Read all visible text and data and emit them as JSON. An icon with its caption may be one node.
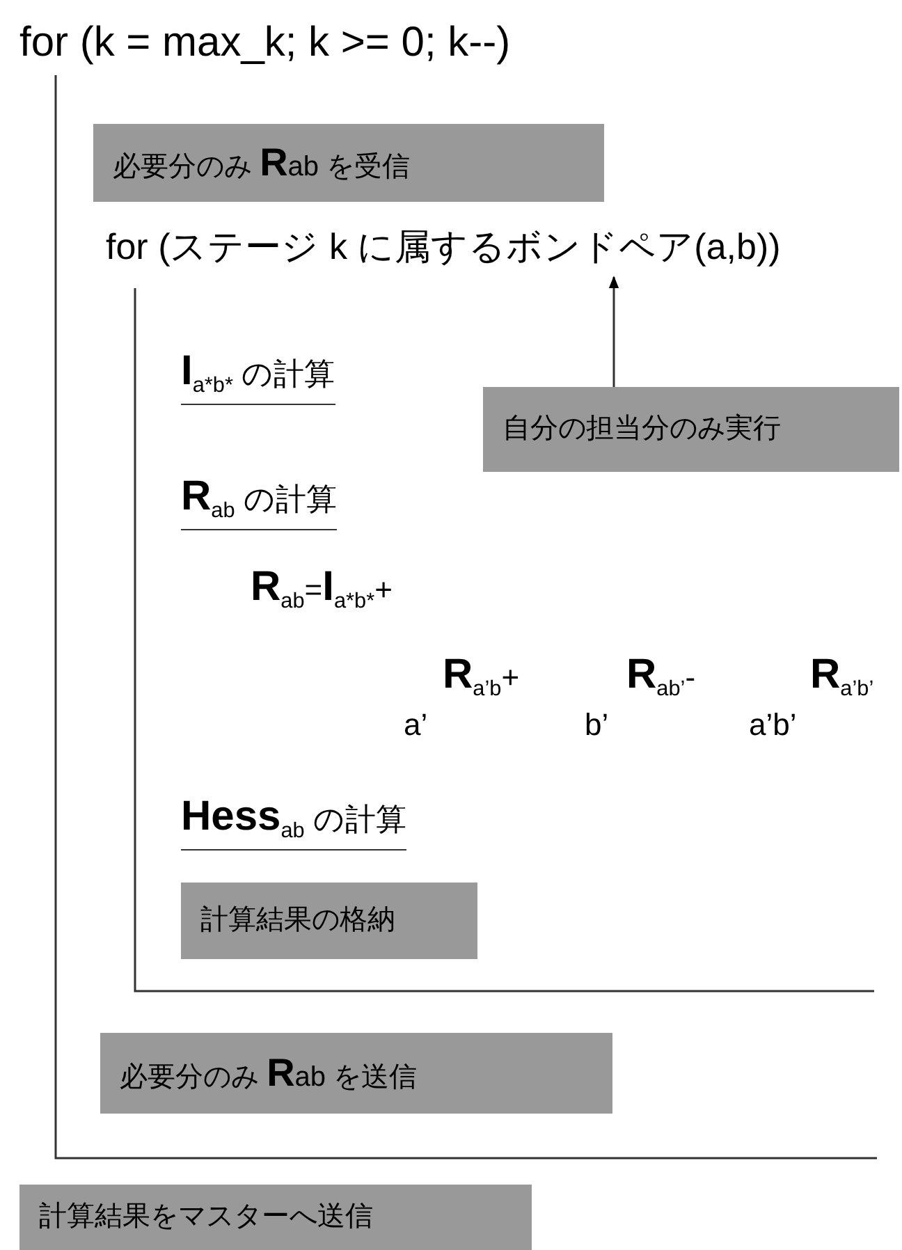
{
  "diagram": {
    "nodes": [
      {
        "text": [
          "必要分のみ **R**ab を受信"
        ]
      },
      {
        "text": [
          "for (ステージ k に属するボンドペア(a,b))"
        ]
      },
      {
        "text": [
          "自分の担当分のみ実行"
        ]
      },
      {
        "text": [
          "計算結果の格納"
        ]
      },
      {
        "text": [
          "必要分のみ **R**ab を送信"
        ]
      },
      {
        "text": [
          "計算結果をマスターへ送信"
        ]
      }
    ],
    "edges": [
      {
        "from": 2,
        "to": 1,
        "arrow": "to"
      }
    ],
    "labels": [
      "for (k = max_k; k >= 0; k--)",
      "**I**$_{a*b*}$ の計算",
      "**R**$_{ab}$ の計算",
      "**R**$_{ab}$=**I**$_{a*b*}$+",
      "**R**$_{a’b}$+",
      "**R**$_{ab’}$-",
      "**R**$_{a’b’}$",
      "a’",
      "b’",
      "a’b’",
      "**Hess**$_{ab}$ の計算"
    ]
  }
}
